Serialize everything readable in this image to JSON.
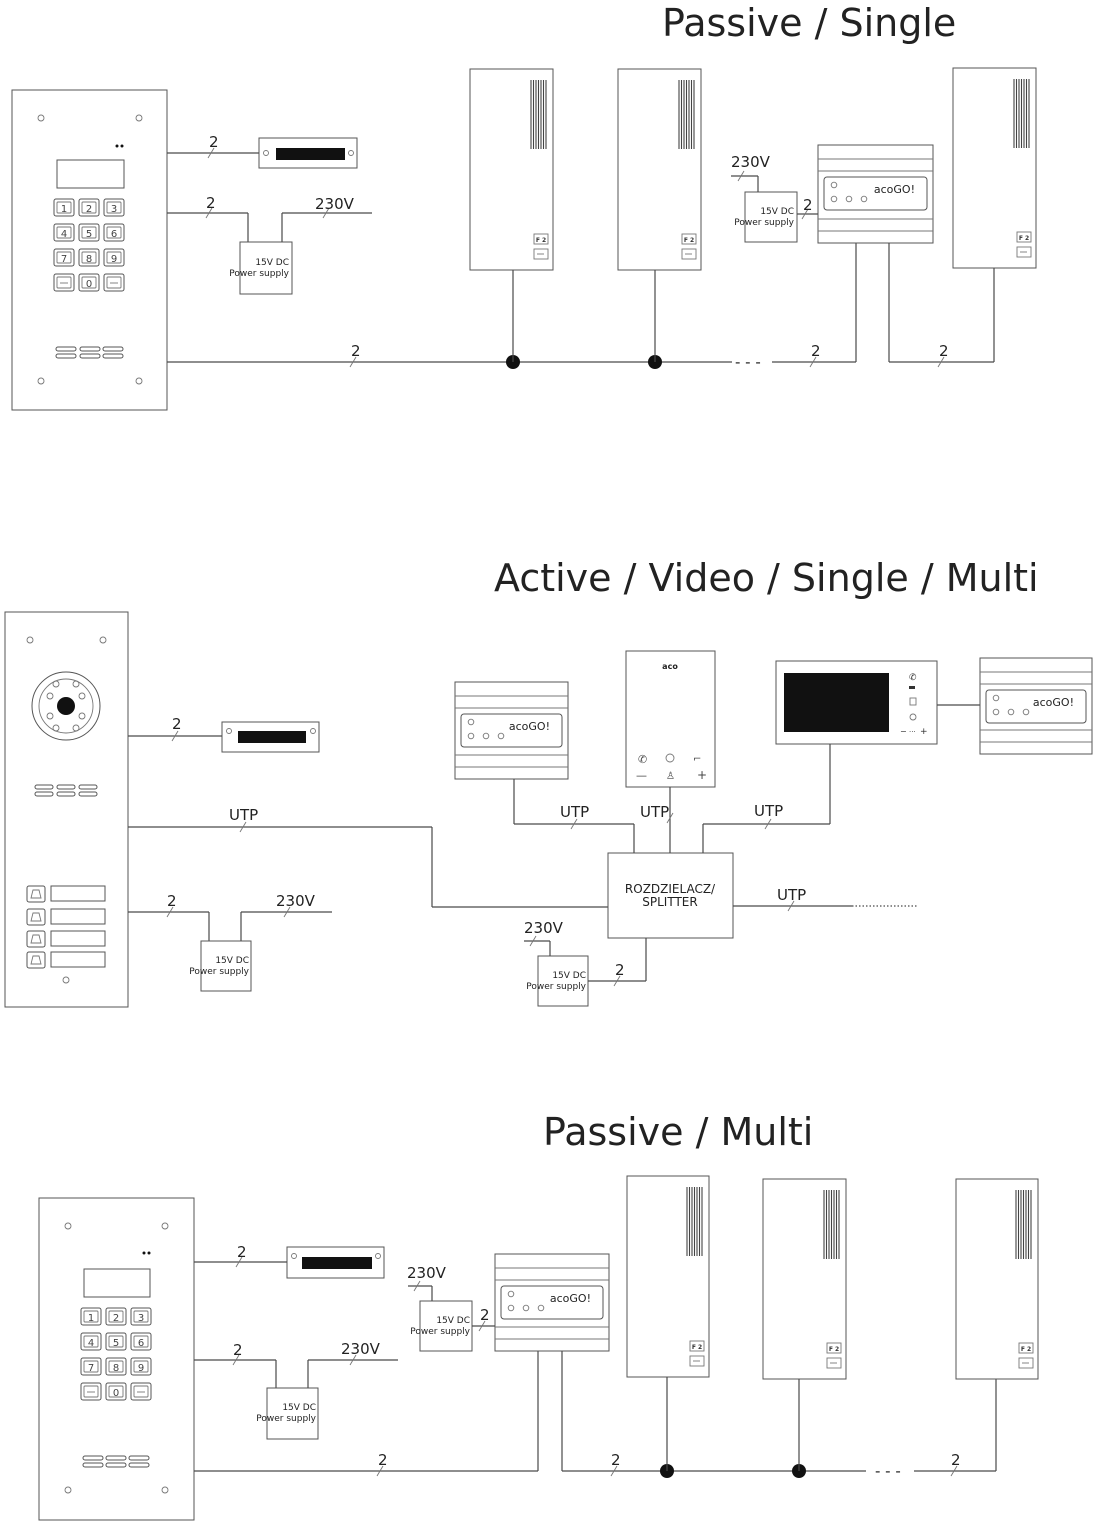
{
  "sections": {
    "passive_single": {
      "title": "Passive / Single"
    },
    "active_video": {
      "title": "Active / Video / Single / Multi"
    },
    "passive_multi": {
      "title": "Passive / Multi"
    }
  },
  "labels": {
    "two": "2",
    "v230": "230V",
    "utp": "UTP",
    "psu_line1": "15V DC",
    "psu_line2": "Power supply",
    "acogo": "acoGO!",
    "splitter_line1": "ROZDZIELACZ/",
    "splitter_line2": "SPLITTER",
    "aco": "aco",
    "ellipsis": "- - -",
    "f2": "F 2"
  },
  "keypad": {
    "keys": [
      "1",
      "2",
      "3",
      "4",
      "5",
      "6",
      "7",
      "8",
      "9",
      "",
      "0",
      ""
    ]
  },
  "monitor_keys": {
    "minus": "−",
    "plus": "+",
    "dots": "···"
  },
  "intercom_keys": {
    "minus": "—",
    "plus": "+"
  }
}
